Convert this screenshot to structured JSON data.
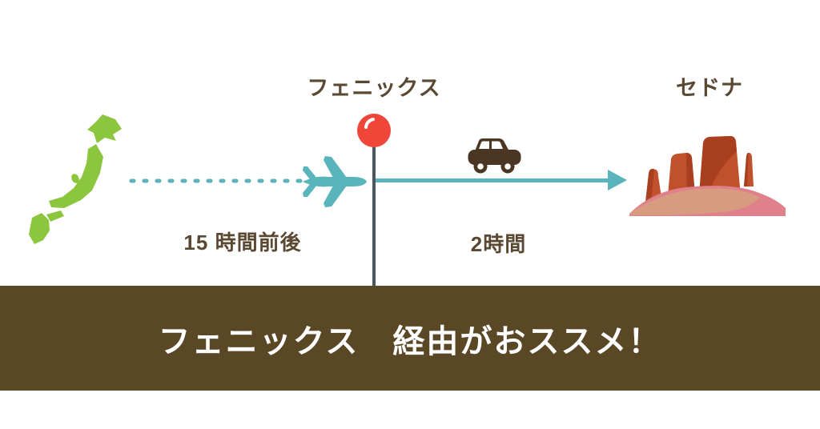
{
  "diagram": {
    "phoenix_label": "フェニックス",
    "sedona_label": "セドナ",
    "flight_duration": "15 時間前後",
    "drive_duration": "2時間"
  },
  "banner": {
    "text": "フェニックス　経由がおススメ！"
  },
  "icons": {
    "japan_map": "japan-map-icon",
    "airplane": "airplane-icon",
    "map_pin": "map-pin-icon",
    "car": "car-icon",
    "sedona_rocks": "sedona-rocks-icon"
  },
  "colors": {
    "japan-green": "#8cc63e",
    "teal": "#59b4bc",
    "text-brown": "#5a4832",
    "banner-brown": "#594726",
    "banner-text": "#ffffff",
    "pin-red": "#f04639",
    "pin-stick": "#4a575f",
    "car-brown": "#4b3624",
    "rock-orange": "#c0512c",
    "rock-dark": "#a8401f",
    "mound-pink": "#df808a",
    "mound-tan": "#d79b80"
  }
}
